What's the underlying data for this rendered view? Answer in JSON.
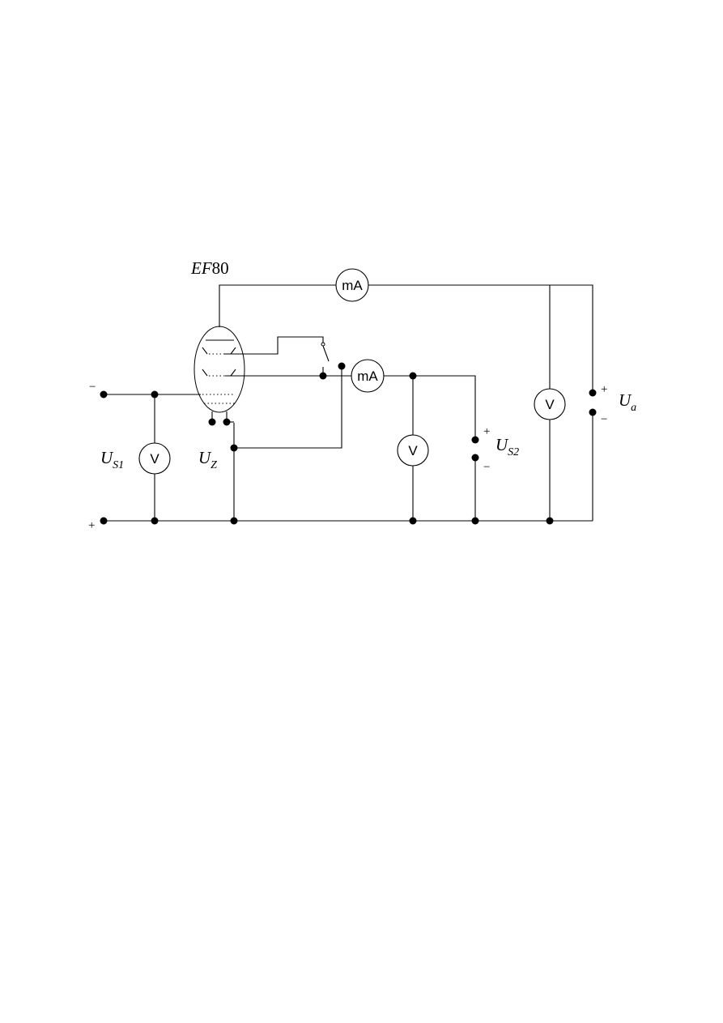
{
  "diagram": {
    "tube_label": {
      "main": "EF",
      "num": "80"
    },
    "meters": {
      "anode_ammeter": "mA",
      "screen_ammeter": "mA",
      "grid_voltmeter": "V",
      "screen_voltmeter": "V",
      "anode_voltmeter": "V"
    },
    "sources": {
      "us1": {
        "main": "U",
        "sub": "S1",
        "sign_top": "−",
        "sign_bottom": "+"
      },
      "uz": {
        "main": "U",
        "sub": "Z"
      },
      "us2": {
        "main": "U",
        "sub": "S2",
        "sign_top": "+",
        "sign_bottom": "−"
      },
      "ua": {
        "main": "U",
        "sub": "a",
        "sign_top": "+",
        "sign_bottom": "−"
      }
    }
  }
}
